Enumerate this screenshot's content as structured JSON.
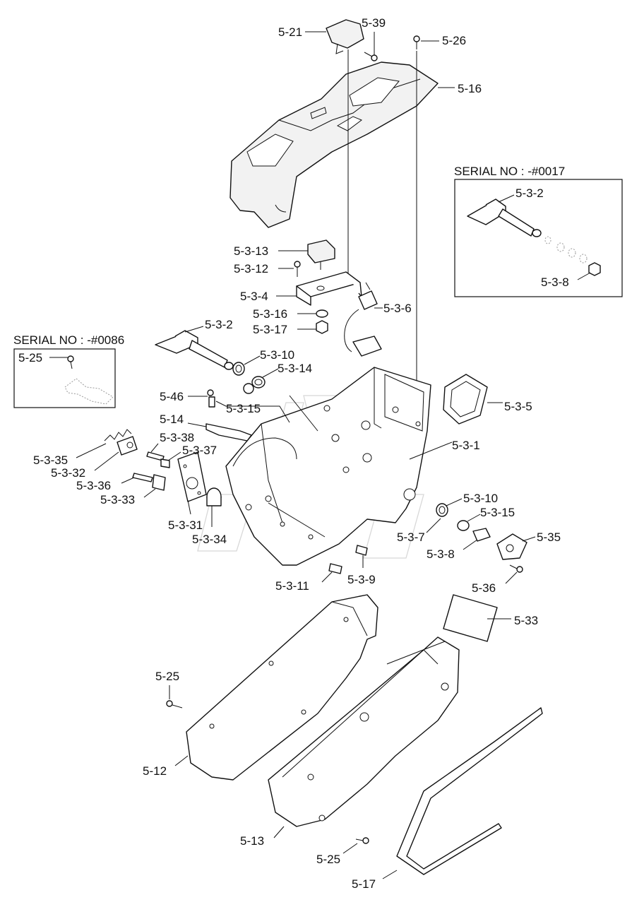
{
  "callouts": {
    "c_5_21": "5-21",
    "c_5_39": "5-39",
    "c_5_26": "5-26",
    "c_5_16": "5-16",
    "c_5_3_13": "5-3-13",
    "c_5_3_12": "5-3-12",
    "c_5_3_4": "5-3-4",
    "c_5_3_16": "5-3-16",
    "c_5_3_6": "5-3-6",
    "c_5_3_17": "5-3-17",
    "c_5_3_2_main": "5-3-2",
    "c_5_3_10_top": "5-3-10",
    "c_5_3_14": "5-3-14",
    "c_5_46": "5-46",
    "c_5_3_15_top": "5-3-15",
    "c_5_14": "5-14",
    "c_5_3_38": "5-3-38",
    "c_5_3_37": "5-3-37",
    "c_5_3_35": "5-3-35",
    "c_5_3_32": "5-3-32",
    "c_5_3_36": "5-3-36",
    "c_5_3_33": "5-3-33",
    "c_5_3_31": "5-3-31",
    "c_5_3_34": "5-3-34",
    "c_5_3_5": "5-3-5",
    "c_5_3_1": "5-3-1",
    "c_5_3_10_bot": "5-3-10",
    "c_5_3_15_bot": "5-3-15",
    "c_5_3_7": "5-3-7",
    "c_5_35": "5-35",
    "c_5_3_8_main": "5-3-8",
    "c_5_36": "5-36",
    "c_5_3_11": "5-3-11",
    "c_5_3_9": "5-3-9",
    "c_5_33": "5-33",
    "c_5_25_mid": "5-25",
    "c_5_12": "5-12",
    "c_5_13": "5-13",
    "c_5_25_bot": "5-25",
    "c_5_17": "5-17"
  },
  "inset_right": {
    "title": "SERIAL NO : -#0017",
    "c_5_3_2": "5-3-2",
    "c_5_3_8": "5-3-8"
  },
  "inset_left": {
    "title": "SERIAL NO : -#0086",
    "c_5_25": "5-25"
  }
}
